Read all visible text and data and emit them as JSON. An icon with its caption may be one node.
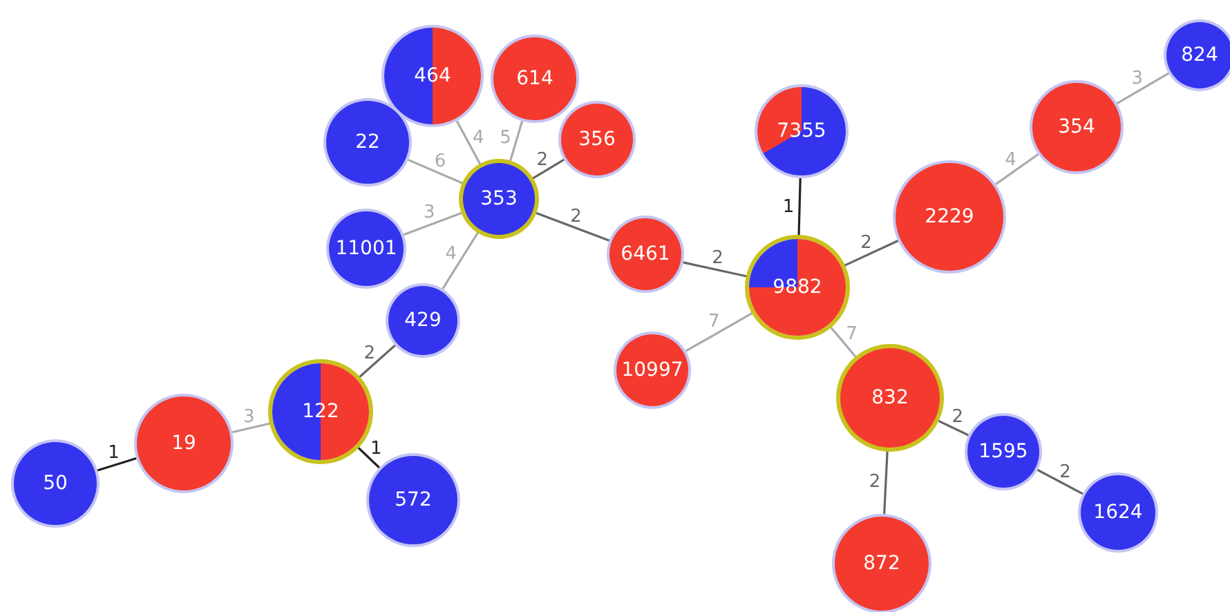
{
  "diagram": {
    "nodes": [
      {
        "text": [
          "464"
        ]
      },
      {
        "text": [
          "614"
        ]
      },
      {
        "text": [
          "22"
        ]
      },
      {
        "text": [
          "356"
        ]
      },
      {
        "text": [
          "353"
        ]
      },
      {
        "text": [
          "11001"
        ]
      },
      {
        "text": [
          "429"
        ]
      },
      {
        "text": [
          "6461"
        ]
      },
      {
        "text": [
          "7355"
        ]
      },
      {
        "text": [
          "2229"
        ]
      },
      {
        "text": [
          "354"
        ]
      },
      {
        "text": [
          "824"
        ]
      },
      {
        "text": [
          "9882"
        ]
      },
      {
        "text": [
          "10997"
        ]
      },
      {
        "text": [
          "122"
        ]
      },
      {
        "text": [
          "19"
        ]
      },
      {
        "text": [
          "50"
        ]
      },
      {
        "text": [
          "572"
        ]
      },
      {
        "text": [
          "832"
        ]
      },
      {
        "text": [
          "1595"
        ]
      },
      {
        "text": [
          "1624"
        ]
      },
      {
        "text": [
          "872"
        ]
      }
    ],
    "edges": [
      {
        "from": 0,
        "to": 4,
        "arrow": "none",
        "label": "4",
        "color": "#aaaaaa"
      },
      {
        "from": 1,
        "to": 4,
        "arrow": "none",
        "label": "5",
        "color": "#aaaaaa"
      },
      {
        "from": 3,
        "to": 4,
        "arrow": "none",
        "label": "2"
      },
      {
        "from": 2,
        "to": 4,
        "arrow": "none",
        "label": "6",
        "color": "#aaaaaa"
      },
      {
        "from": 5,
        "to": 4,
        "arrow": "none",
        "label": "3",
        "color": "#aaaaaa"
      },
      {
        "from": 6,
        "to": 4,
        "arrow": "none",
        "label": "4",
        "color": "#aaaaaa"
      },
      {
        "from": 4,
        "to": 7,
        "arrow": "none",
        "label": "2"
      },
      {
        "from": 7,
        "to": 12,
        "arrow": "none",
        "label": "2"
      },
      {
        "from": 8,
        "to": 12,
        "arrow": "none",
        "label": "1",
        "color": "#222222"
      },
      {
        "from": 12,
        "to": 9,
        "arrow": "none",
        "label": "2"
      },
      {
        "from": 9,
        "to": 10,
        "arrow": "none",
        "label": "4",
        "color": "#aaaaaa"
      },
      {
        "from": 10,
        "to": 11,
        "arrow": "none",
        "label": "3",
        "color": "#aaaaaa"
      },
      {
        "from": 13,
        "to": 12,
        "arrow": "none",
        "label": "7",
        "color": "#aaaaaa"
      },
      {
        "from": 12,
        "to": 18,
        "arrow": "none",
        "label": "7",
        "color": "#aaaaaa"
      },
      {
        "from": 6,
        "to": 14,
        "arrow": "none",
        "label": "2"
      },
      {
        "from": 15,
        "to": 14,
        "arrow": "none",
        "label": "3",
        "color": "#aaaaaa"
      },
      {
        "from": 16,
        "to": 15,
        "arrow": "none",
        "label": "1",
        "color": "#222222"
      },
      {
        "from": 14,
        "to": 17,
        "arrow": "none",
        "label": "1",
        "color": "#222222"
      },
      {
        "from": 18,
        "to": 19,
        "arrow": "none",
        "label": "2"
      },
      {
        "from": 19,
        "to": 20,
        "arrow": "none",
        "label": "2"
      },
      {
        "from": 18,
        "to": 21,
        "arrow": "none",
        "label": "2"
      }
    ]
  }
}
